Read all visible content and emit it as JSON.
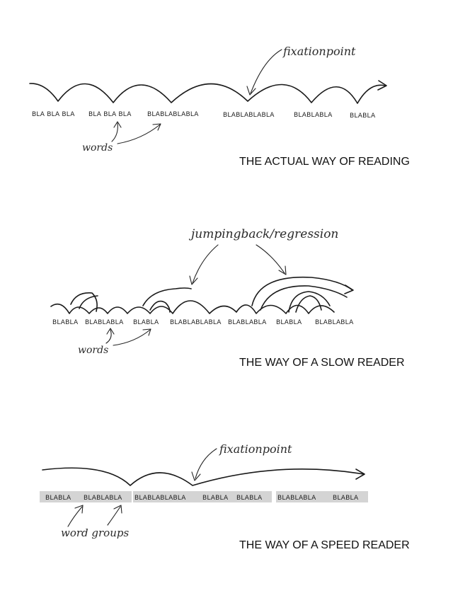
{
  "section1": {
    "words": [
      "BLA BLA BLA",
      "BLA BLA BLA",
      "BLABLABLABLA",
      "BLABLABLABLA",
      "BLABLABLA",
      "BLABLA"
    ],
    "fixation_label": "fixationpoint",
    "words_label": "words",
    "caption": "THE ACTUAL WAY OF READING"
  },
  "section2": {
    "words": [
      "BLABLA",
      "BLABLABLA",
      "BLABLA",
      "BLABLABLABLA",
      "BLABLABLA",
      "BLABLA",
      "BLABLABLA"
    ],
    "regression_label": "jumpingback/regression",
    "words_label": "words",
    "caption": "THE WAY OF A SLOW READER"
  },
  "section3": {
    "words": [
      "BLABLA",
      "BLABLABLA",
      "BLABLABLABLA",
      "BLABLA",
      "BLABLA",
      "BLABLABLA",
      "BLABLA"
    ],
    "fixation_label": "fixationpoint",
    "groups_label": "word groups",
    "caption": "THE WAY OF A SPEED READER",
    "group_shade": "#d4d4d4"
  }
}
